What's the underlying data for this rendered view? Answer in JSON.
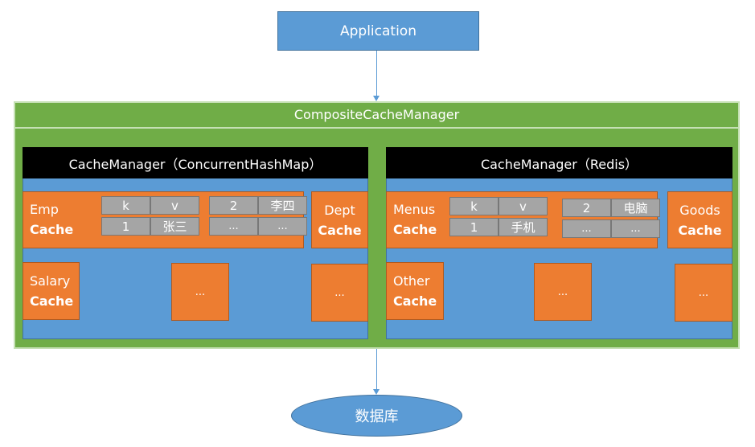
{
  "application": {
    "label": "Application"
  },
  "composite": {
    "title": "CompositeCacheManager"
  },
  "managers": [
    {
      "title": "CacheManager（ConcurrentHashMap）",
      "primary_cache": {
        "name": "Emp",
        "suffix": "Cache",
        "table1": [
          [
            "k",
            "v"
          ],
          [
            "1",
            "张三"
          ]
        ],
        "table2": [
          [
            "2",
            "李四"
          ],
          [
            "...",
            "..."
          ]
        ]
      },
      "side_cache": {
        "name": "Dept",
        "suffix": "Cache"
      },
      "bottom_cache": {
        "name": "Salary",
        "suffix": "Cache"
      },
      "more_1": "...",
      "more_2": "..."
    },
    {
      "title": "CacheManager（Redis）",
      "primary_cache": {
        "name": "Menus",
        "suffix": "Cache",
        "table1": [
          [
            "k",
            "v"
          ],
          [
            "1",
            "手机"
          ]
        ],
        "table2": [
          [
            "2",
            "电脑"
          ],
          [
            "...",
            "..."
          ]
        ]
      },
      "side_cache": {
        "name": "Goods",
        "suffix": "Cache"
      },
      "bottom_cache": {
        "name": "Other",
        "suffix": "Cache"
      },
      "more_1": "...",
      "more_2": "..."
    }
  ],
  "database": {
    "label": "数据库"
  },
  "colors": {
    "application": "#5b9bd5",
    "composite": "#70ad47",
    "panel_header": "#000000",
    "panel_body": "#5b9bd5",
    "cache": "#ed7d31",
    "kv_cell": "#a5a5a5"
  }
}
